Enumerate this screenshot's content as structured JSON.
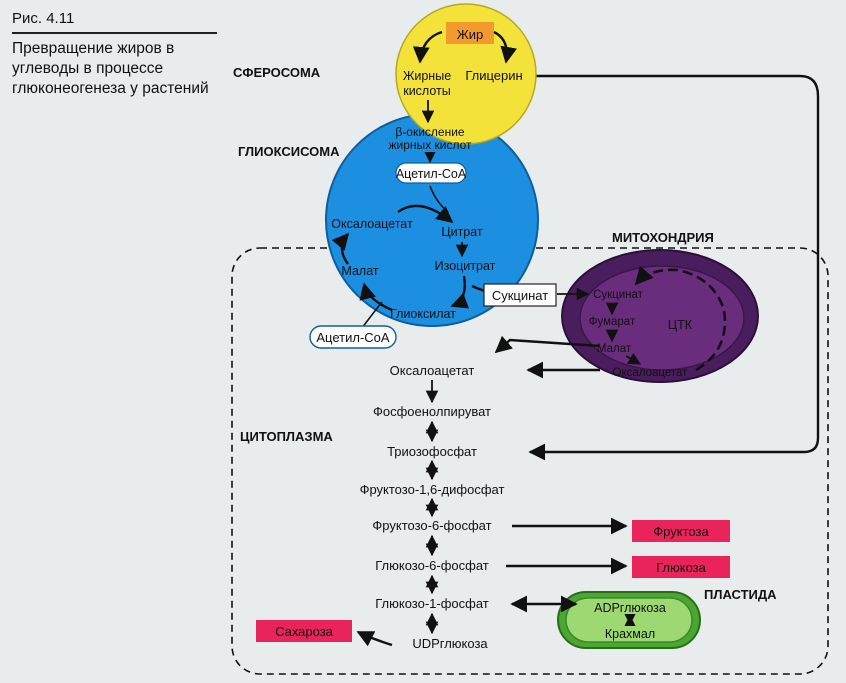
{
  "figure": {
    "number": "Рис. 4.11",
    "caption": "Превращение жиров в углеводы в процессе глюконеогенеза у растений"
  },
  "compartments": {
    "spherosome": "СФЕРОСОМА",
    "glyoxysome": "ГЛИОКСИСОМА",
    "mitochondria": "МИТОХОНДРИЯ",
    "cytoplasm": "ЦИТОПЛАЗМА",
    "plastid": "ПЛАСТИДА"
  },
  "spherosome": {
    "fat": "Жир",
    "fatty_acids_1": "Жирные",
    "fatty_acids_2": "кислоты",
    "glycerol": "Глицерин"
  },
  "glyoxysome": {
    "beta_ox_1": "β-окисление",
    "beta_ox_2": "жирных кислот",
    "acetyl_coa_top": "Ацетил-CoA",
    "oxaloacetate": "Оксалоацетат",
    "citrate": "Цитрат",
    "isocitrate": "Изоцитрат",
    "malate": "Малат",
    "glyoxylate": "Глиоксилат",
    "acetyl_coa_bottom": "Ацетил-CoA",
    "succinate": "Сукцинат"
  },
  "mitochondria": {
    "succinate": "Сукцинат",
    "fumarate": "Фумарат",
    "malate": "Малат",
    "oxaloacetate": "Оксалоацетат",
    "cycle": "ЦТК"
  },
  "cytoplasm": {
    "oxaloacetate": "Оксалоацетат",
    "pep": "Фосфоенолпируват",
    "triose_phosphate": "Триозофосфат",
    "fbp": "Фруктозо-1,6-дифосфат",
    "f6p": "Фруктозо-6-фосфат",
    "g6p": "Глюкозо-6-фосфат",
    "g1p": "Глюкозо-1-фосфат",
    "udp_glucose": "UDPглюкоза",
    "fructose": "Фруктоза",
    "glucose": "Глюкоза",
    "sucrose": "Сахароза"
  },
  "plastid": {
    "adp_glucose": "ADPглюкоза",
    "starch": "Крахмал"
  },
  "colors": {
    "spherosome_fill": "#f2e23a",
    "glyoxysome_fill": "#1c8fe0",
    "mitochondria_outer": "#4a1e5e",
    "mitochondria_inner": "#6a2c7c",
    "fat_box": "#f39a2e",
    "sugar_box": "#e8245a",
    "plastid_fill": "#4aa832",
    "plastid_inner": "#9ed873",
    "background": "#e9ecec"
  }
}
